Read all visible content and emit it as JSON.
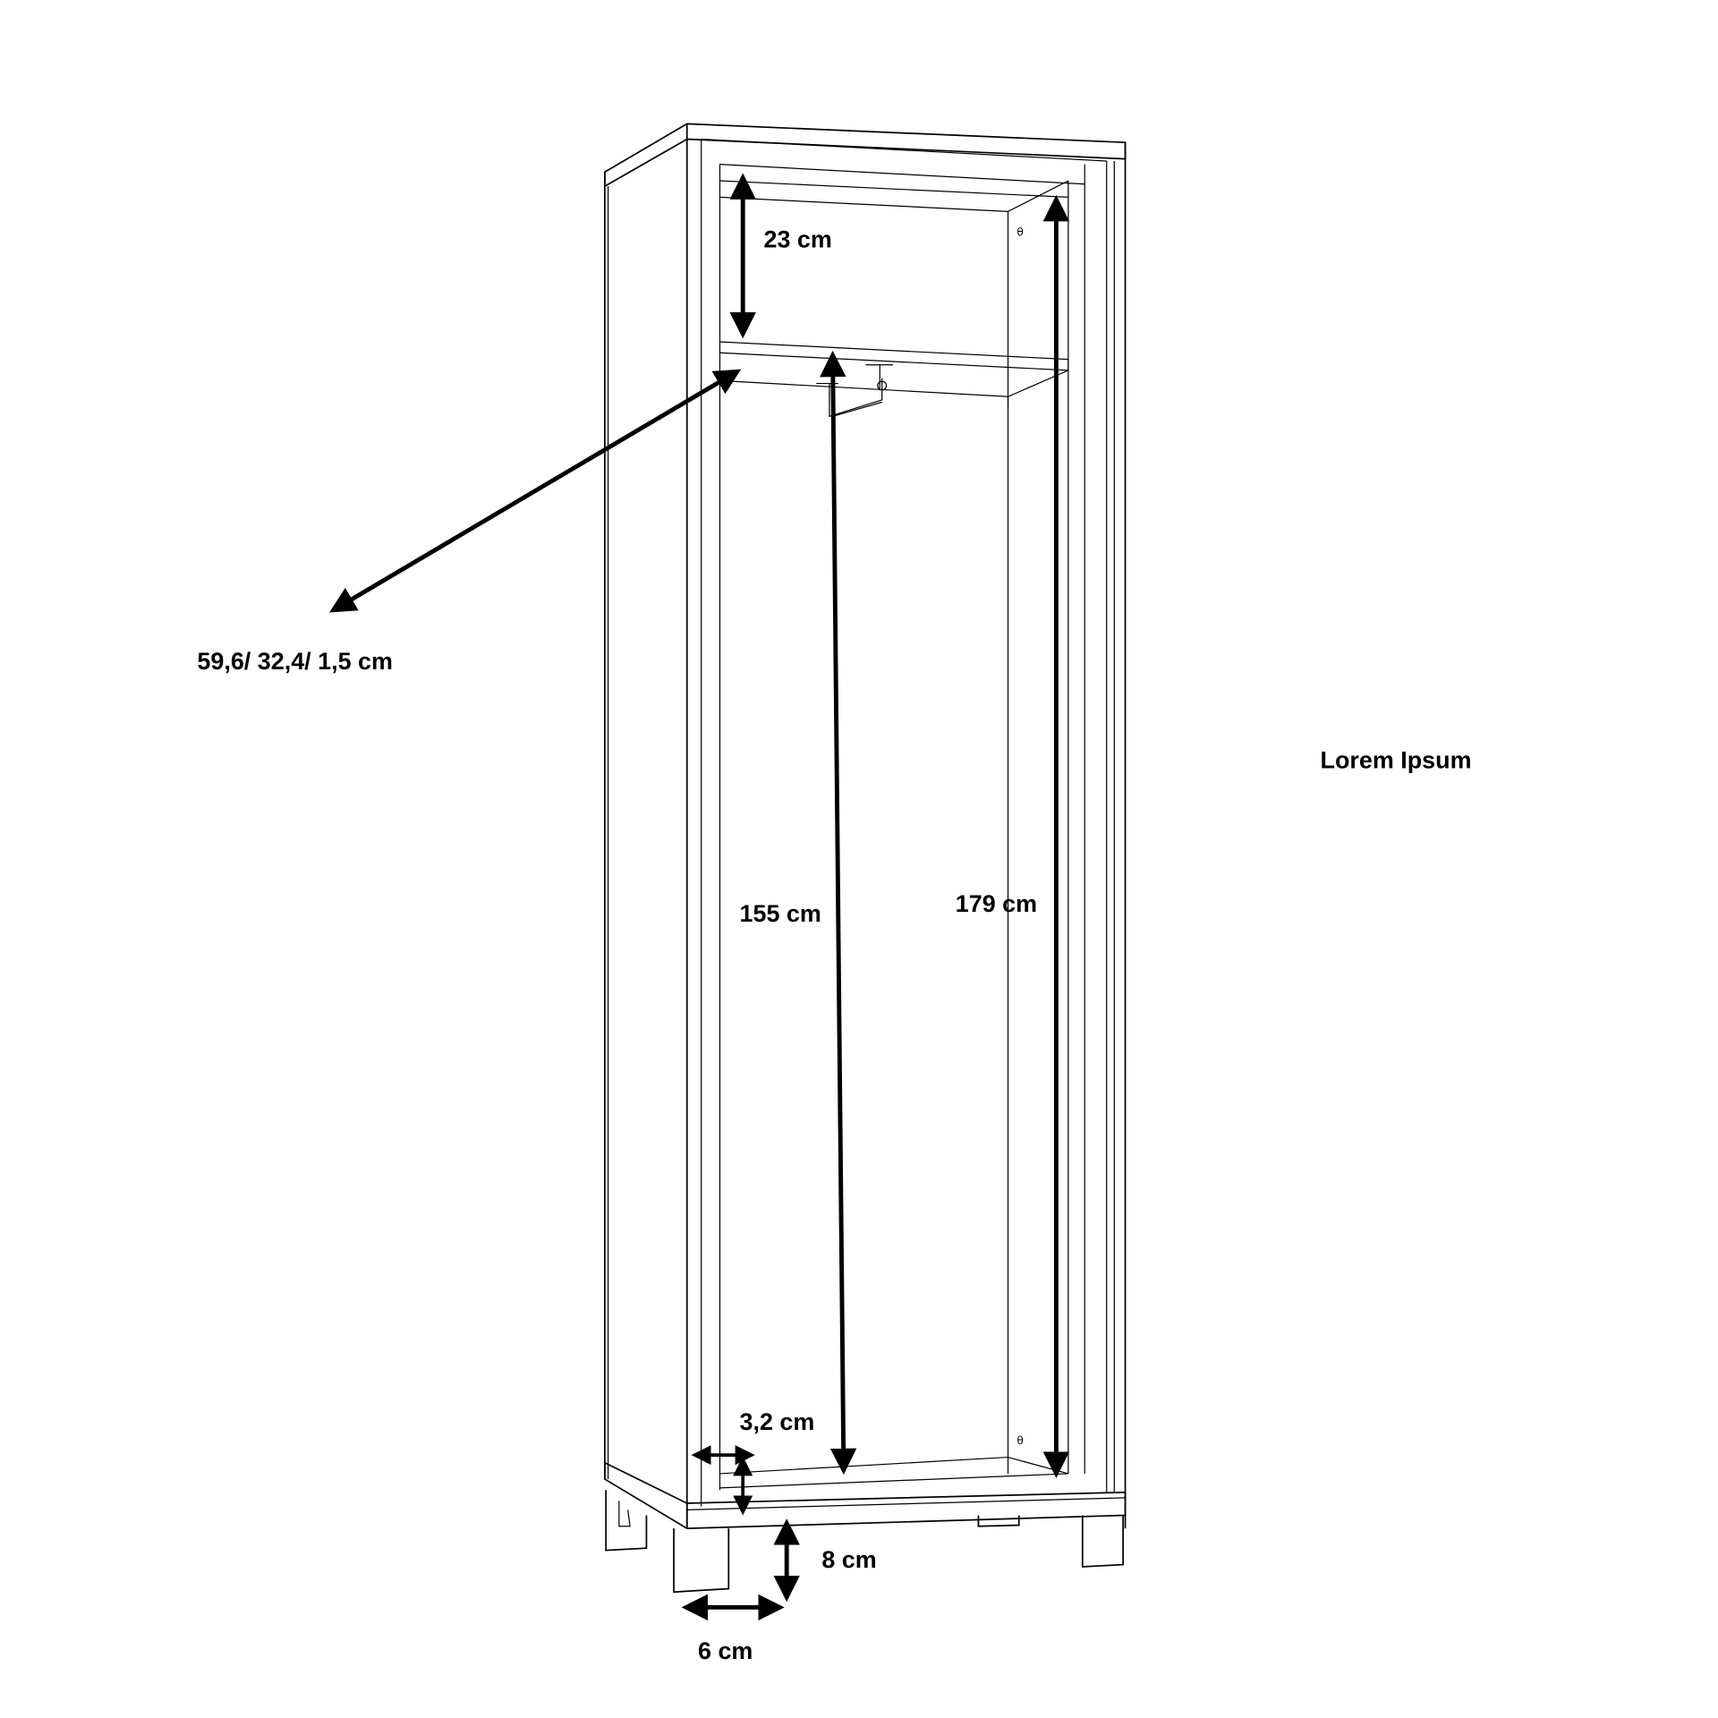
{
  "colors": {
    "line": "#000000",
    "background": "#ffffff"
  },
  "dimensions": {
    "top_compartment": "23 cm",
    "total_inner_height": "179 cm",
    "hanging_height": "155 cm",
    "shelf": "59,6/ 32,4/ 1,5 cm",
    "frame_thickness": "3,2 cm",
    "leg_height": "8 cm",
    "leg_width": "6 cm"
  },
  "caption": "Lorem Ipsum"
}
